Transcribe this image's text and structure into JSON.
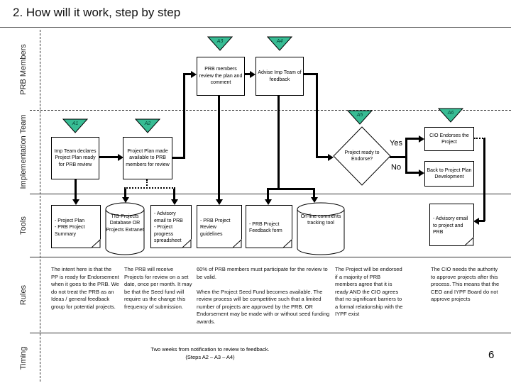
{
  "title": "2. How will it work, step by step",
  "page_number": "6",
  "colors": {
    "marker_fill": "#38BC94",
    "line": "#000000"
  },
  "lanes": {
    "prb_members": "PRB Members",
    "implementation_team": "Implementation Team",
    "tools": "Tools",
    "rules": "Rules",
    "timing": "Timing"
  },
  "markers": {
    "a1": "A1",
    "a2": "A2",
    "a3": "A3",
    "a4": "A4",
    "a5": "A5",
    "a6": "A6"
  },
  "flow": {
    "imp_declares": "Imp Team declares Project Plan ready for PRB review",
    "plan_available": "Project Plan made available to PRB members for review",
    "prb_review": "PRB members review the plan and comment",
    "advise_imp": "Advise Imp Team of feedback",
    "decision": "Project ready to Endorse?",
    "yes_label": "Yes",
    "no_label": "No",
    "cio_endorses": "CIO Endorses the Project",
    "back_to_dev": "Back to Project Plan Development"
  },
  "tools": {
    "project_plan_doc": "- Project Plan\n- PRB Project Summary",
    "tig_database": "TIG Projects Database OR Projects Extranet",
    "advisory_email_prb": "- Advisory email to PRB\n- Project progress spreadsheet",
    "review_guidelines": "- PRB Project Review guidelines",
    "feedback_form": "- PRB Project Feedback form",
    "comments_tool": "On-line comments tracking tool",
    "advisory_email_project": "- Advisory email to project and PRB"
  },
  "rules": {
    "r1": "The intent here is that the PP is ready for Endorsement when it goes to the PRB. We do not treat the PRB as an Ideas / general feedback group for potential projects.",
    "r2": "The PRB will receive Projects for review on a set date, once per month. It may be that the Seed fund will require us the change this frequency of submission.",
    "r3": "60% of PRB members must participate for the review to be valid.\n\nWhen the Project Seed Fund becomes available. The review process will be competitive such that a limited number of projects are approved by the PRB. OR Endorsement may be made with or without seed funding awards.",
    "r4": "The Project will be endorsed if a majority of PRB members agree that it is ready AND the CIO agrees that no significant barriers to a formal relationship with the IYPF exist",
    "r5": "The CIO needs the authority to approve projects after this process. This means that the CEO and IYPF Board do not approve projects"
  },
  "timing": {
    "line1": "Two weeks from notification to review to feedback.",
    "line2": "(Steps A2 – A3 – A4)"
  }
}
